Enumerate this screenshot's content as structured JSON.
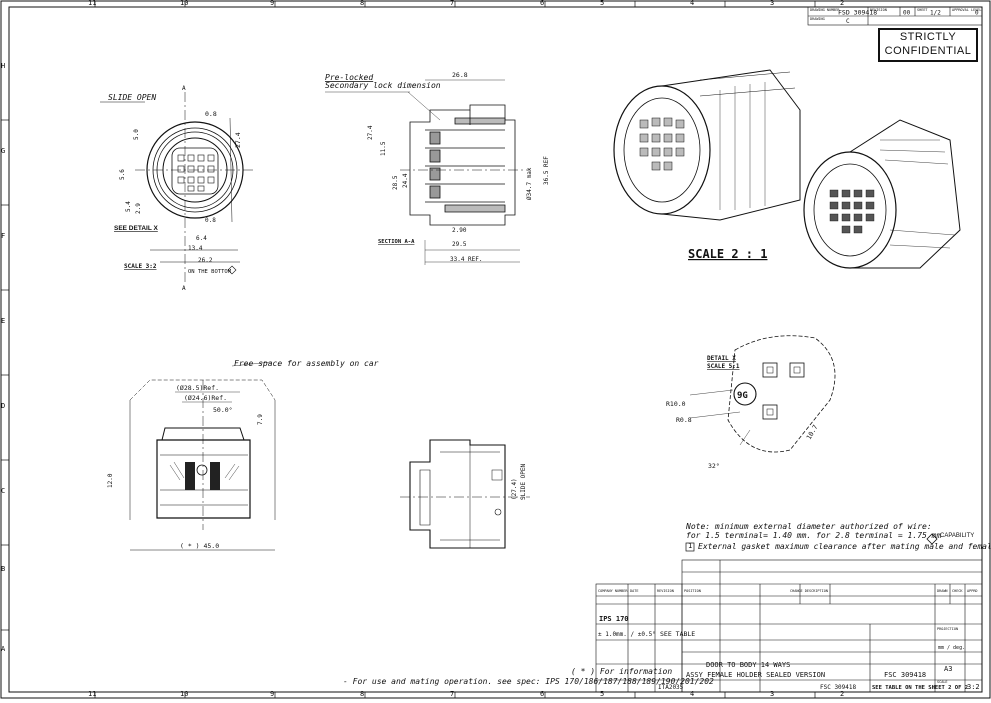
{
  "border": {
    "top_numbers": [
      "11",
      "10",
      "9",
      "8",
      "7",
      "6",
      "5",
      "4",
      "3",
      "2"
    ],
    "bottom_numbers": [
      "11",
      "10",
      "9",
      "8",
      "7",
      "6",
      "5",
      "4",
      "3",
      "2"
    ],
    "left_letters": [
      "H",
      "G",
      "F",
      "E",
      "D",
      "C",
      "B",
      "A"
    ]
  },
  "header": {
    "drawing_number_label": "DRAWING NUMBER",
    "drawing_number": "FSD 309418",
    "revision_label": "REVISION",
    "revision": "00",
    "sheet_label": "SHEET",
    "sheet": "1/2",
    "approval_label": "APPROVAL LEVEL",
    "approval": "0",
    "drawing_label": "DRAWING",
    "drawing_value": "C"
  },
  "confidential": {
    "line1": "STRICTLY",
    "line2": "CONFIDENTIAL"
  },
  "views": {
    "front": {
      "slide_open": "SLIDE OPEN",
      "section_mark": "A",
      "see_detail": "SEE DETAIL X",
      "scale_label": "SCALE 3:2",
      "on_bottom": "ON THE BOTTOM",
      "dims": {
        "d08": "0.8",
        "d274": "27.4",
        "d50": "5.0",
        "d56": "5.6",
        "d54": "5.4",
        "d29": "2.9",
        "d08b": "0.8",
        "d64": "6.4",
        "d134": "13.4",
        "d262": "26.2"
      }
    },
    "section": {
      "preload_1": "Pre-locked",
      "preload_2": "Secondary lock dimension",
      "d268": "26.8",
      "d274": "27.4",
      "d115": "11.5",
      "d285": "28.5",
      "d244": "24.4",
      "d365": "36.5 REF",
      "d347": "Ø34.7 max",
      "d290": "2.90",
      "d295": "29.5",
      "d334": "33.4 REF.",
      "label": "SECTION A-A"
    },
    "scale_main": "SCALE 2 : 1",
    "side": {
      "free_space": "Free space for assembly on car",
      "d285": "(Ø28.5)Ref.",
      "d246": "(Ø24.6)Ref.",
      "angle": "50.0°",
      "d79": "7.9",
      "d120": "12.0",
      "d450": "( * ) 45.0"
    },
    "right_side": {
      "d274": "(27.4)",
      "slide_open": "SLIDE OPEN"
    },
    "detail": {
      "label1": "DETAIL X",
      "label2": "SCALE 5:1",
      "badge": "9G",
      "r10": "R10.0",
      "r08": "R0.8",
      "d107": "10.7",
      "angle": "32°"
    }
  },
  "notes": {
    "note1": "Note: minimum external diameter authorized of wire:",
    "note2": "for 1.5 terminal= 1.40 mm.   for 2.8 terminal = 1.75 mm",
    "capability": "CAPABILITY",
    "note3_num": "1",
    "note3": "External gasket maximum clearance after mating male and female holder.",
    "info": "( * ) For information",
    "spec": "- For use and mating operation. see spec:  IPS 170/186/187/188/189/190/201/202"
  },
  "title_block": {
    "project": "IPS 170",
    "tolerance": "± 1.0mm. / ±0.5°",
    "material": "SEE TABLE",
    "title_line1": "DOOR TO BODY 14 WAYS",
    "title_line2": "ASSY FEMALE HOLDER SEALED VERSION",
    "fsc": "FSC 309418",
    "code": "ITA2035",
    "drawing_no_small": "FSC 309418",
    "sheet_note": "SEE TABLE ON THE SHEET 2 OF 2",
    "scale": "3:2",
    "size": "A3",
    "unit": "mm / deg.",
    "scale_label": "SCALE",
    "proj_label": "PROJECTION",
    "hdr1": "COMPANY NUMBER",
    "hdr2": "DATE",
    "hdr3": "REVISION",
    "hdr4": "POSITION",
    "hdr5": "CHANGE DESCRIPTION",
    "hdr6": "DRAWN",
    "hdr7": "CHECK",
    "hdr8": "APPRD"
  }
}
